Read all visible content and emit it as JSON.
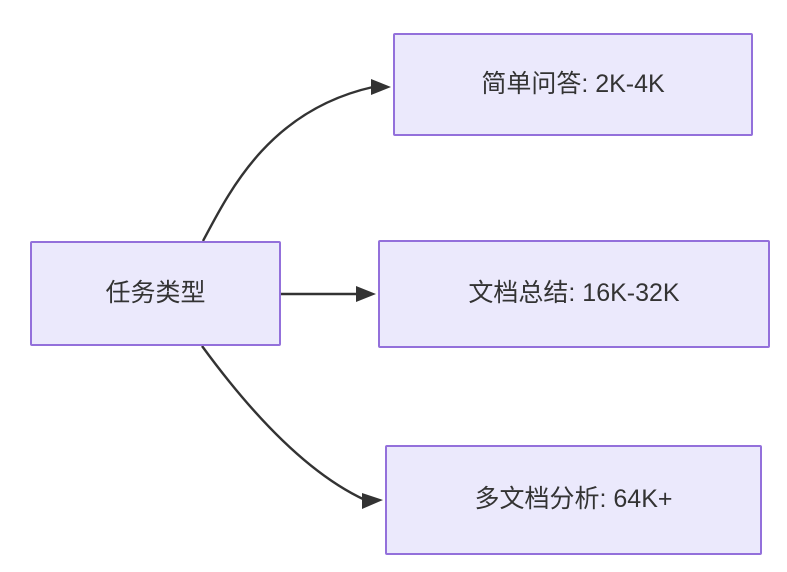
{
  "diagram": {
    "type": "flowchart",
    "direction": "left-to-right",
    "background_color": "#ffffff",
    "node_fill_color": "#ebe9fc",
    "node_border_color": "#9370db",
    "node_text_color": "#333333",
    "edge_color": "#333333",
    "source_node": {
      "id": "source",
      "label": "任务类型"
    },
    "target_nodes": [
      {
        "id": "simple-qa",
        "label": "简单问答: 2K-4K",
        "task": "简单问答",
        "range": "2K-4K"
      },
      {
        "id": "doc-summary",
        "label": "文档总结: 16K-32K",
        "task": "文档总结",
        "range": "16K-32K"
      },
      {
        "id": "multi-doc",
        "label": "多文档分析: 64K+",
        "task": "多文档分析",
        "range": "64K+"
      }
    ],
    "edges": [
      {
        "id": "edge-to-simple-qa",
        "from": "任务类型",
        "to": "简单问答: 2K-4K",
        "style": "curved",
        "arrow": "arrowhead"
      },
      {
        "id": "edge-to-doc-summary",
        "from": "任务类型",
        "to": "文档总结: 16K-32K",
        "style": "straight",
        "arrow": "arrowhead"
      },
      {
        "id": "edge-to-multi-doc",
        "from": "任务类型",
        "to": "多文档分析: 64K+",
        "style": "curved",
        "arrow": "arrowhead"
      }
    ]
  }
}
